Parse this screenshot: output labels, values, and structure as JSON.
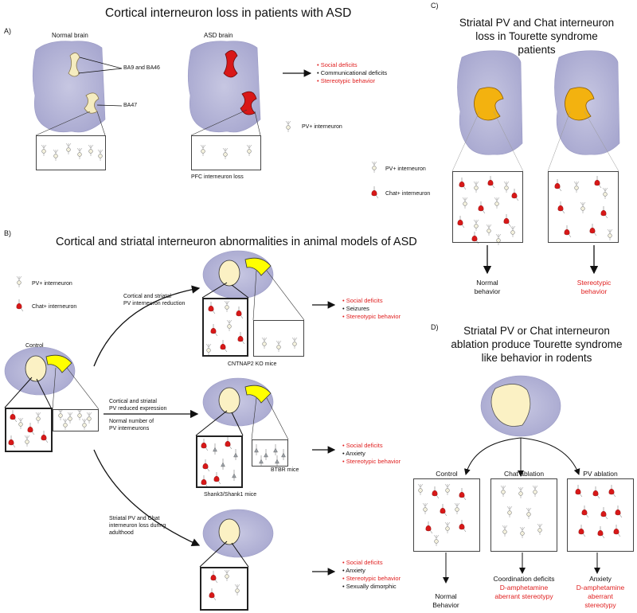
{
  "panelA": {
    "letter": "A)",
    "title": "Cortical interneuron loss in patients with ASD",
    "normal_label": "Normal  brain",
    "asd_label": "ASD  brain",
    "ba9_label": "BA9 and BA46",
    "ba47_label": "BA47",
    "pfc_loss_label": "PFC interneuron loss",
    "outcomes": [
      {
        "text": "Social deficits",
        "color": "red"
      },
      {
        "text": "Communicational deficits",
        "color": "black"
      },
      {
        "text": "Stereotypic behavior",
        "color": "red"
      }
    ],
    "pv_legend": "PV+ interneuron"
  },
  "legend_mid": {
    "pv": "PV+ interneuron",
    "chat": "Chat+ interneuron"
  },
  "panelB": {
    "letter": "B)",
    "title": "Cortical and striatal interneuron abnormalities in animal models of ASD",
    "pv_legend": "PV+ interneuron",
    "chat_legend": "Chat+ interneuron",
    "control_label": "Control",
    "arrow1_label": "Cortical and striatal\nPV interneuron reduction",
    "arrow2_label_a": "Cortical and striatal\nPV reduced expression",
    "arrow2_label_b": "Normal number of\nPV interneurons",
    "arrow3_label": "Striatal PV and Chat\ninterneuron loss during\nadulthood",
    "cntnap2_label": "CNTNAP2 KO mice",
    "shank_label": "Shank3/Shank1 mice",
    "btbr_label": "BTBR mice",
    "outcomes1": [
      {
        "text": "Social deficits",
        "color": "red"
      },
      {
        "text": "Seizures",
        "color": "black"
      },
      {
        "text": "Stereotypic behavior",
        "color": "red"
      }
    ],
    "outcomes2": [
      {
        "text": "Social deficits",
        "color": "red"
      },
      {
        "text": "Anxiety",
        "color": "black"
      },
      {
        "text": "Stereotypic behavior",
        "color": "red"
      }
    ],
    "outcomes3": [
      {
        "text": "Social deficits",
        "color": "red"
      },
      {
        "text": "Anxiety",
        "color": "black"
      },
      {
        "text": "Stereotypic behavior",
        "color": "red"
      },
      {
        "text": "Sexually dimorphic",
        "color": "black"
      }
    ]
  },
  "panelC": {
    "letter": "C)",
    "title": "Striatal PV and Chat interneuron\nloss in Tourette syndrome\npatients",
    "left_outcome": "Normal\nbehavior",
    "right_outcome": "Stereotypic\nbehavior"
  },
  "panelD": {
    "letter": "D)",
    "title": "Striatal PV or Chat interneuron\nablation produce Tourette syndrome\nlike behavior in rodents",
    "col1_label": "Control",
    "col2_label": "Chat ablation",
    "col3_label": "PV ablation",
    "col1_outcome": "Normal\nBehavior",
    "col2_outcome_black": "Coordination deficits",
    "col2_outcome_red": "D-amphetamine\naberrant stereotypy",
    "col3_outcome_black": "Anxiety",
    "col3_outcome_red": "D-amphetamine\naberrant\nstereotypy"
  },
  "colors": {
    "red": "#e02020",
    "brain": "#b4b4d6",
    "striatum_pale": "#fbf1c4",
    "cortex_yellow": "#ffff00",
    "striatum_orange": "#f3b20f",
    "chat_red": "#d81818"
  },
  "icons": [
    "pv-interneuron-icon",
    "chat-interneuron-icon",
    "arrow-icon"
  ]
}
